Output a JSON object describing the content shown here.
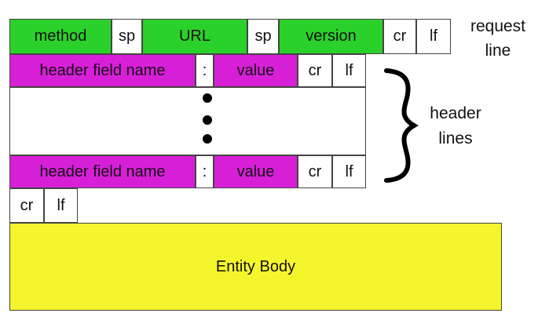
{
  "colors": {
    "request_line": "#2bd12b",
    "header_line": "#d81fd8",
    "entity_body": "#f5f52c",
    "plain": "#ffffff"
  },
  "request_line": {
    "fields": [
      "method",
      "sp",
      "URL",
      "sp",
      "version",
      "cr",
      "lf"
    ],
    "label_line1": "request",
    "label_line2": "line"
  },
  "header_line_1": {
    "fields": [
      "header field name",
      ":",
      "value",
      "cr",
      "lf"
    ]
  },
  "header_line_2": {
    "fields": [
      "header field name",
      ":",
      "value",
      "cr",
      "lf"
    ]
  },
  "header_lines_label": {
    "line1": "header",
    "line2": "lines"
  },
  "blank_line": {
    "fields": [
      "cr",
      "lf"
    ]
  },
  "entity_body": {
    "label": "Entity Body"
  },
  "icons": [
    "curly-brace-icon",
    "ellipsis-dots-icon"
  ]
}
